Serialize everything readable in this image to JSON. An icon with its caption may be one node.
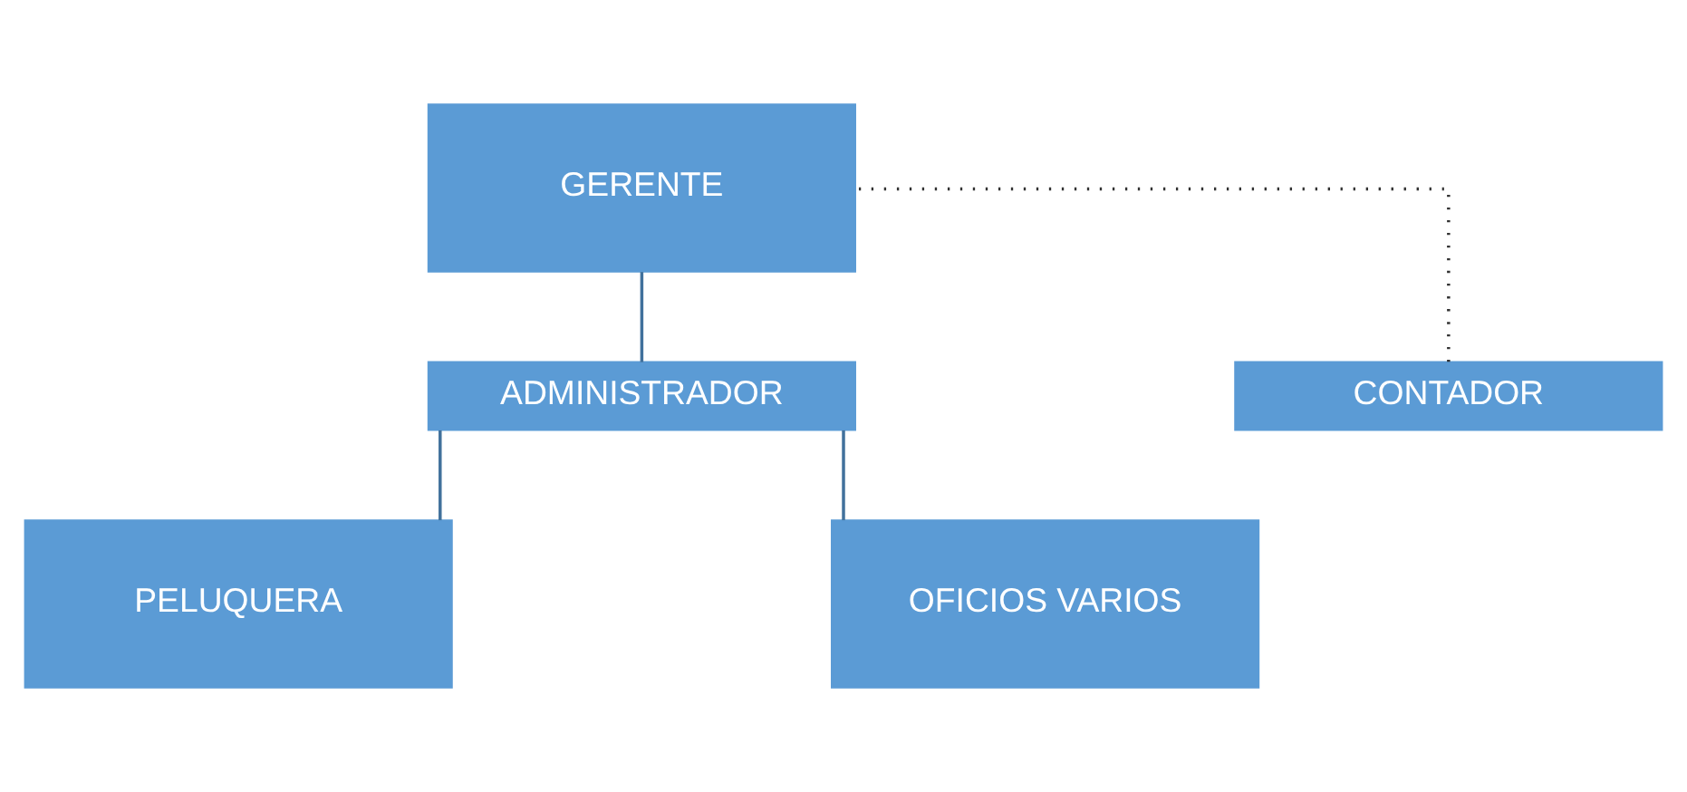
{
  "diagram": {
    "nodes": [
      {
        "text": [
          "GERENTE"
        ]
      },
      {
        "text": [
          "CONTADOR"
        ]
      },
      {
        "text": [
          "ADMINISTRADOR"
        ]
      },
      {
        "text": [
          "PELUQUERA"
        ]
      },
      {
        "text": [
          "OFICIOS VARIOS"
        ]
      }
    ],
    "edges": [
      {
        "from": 0,
        "to": 2,
        "arrow": "none"
      },
      {
        "from": 1,
        "to": 0,
        "arrow": "none",
        "style": "dashed",
        "color": "#333333"
      },
      {
        "from": 2,
        "to": 3,
        "arrow": "none"
      },
      {
        "from": 2,
        "to": 4,
        "arrow": "none"
      }
    ]
  }
}
